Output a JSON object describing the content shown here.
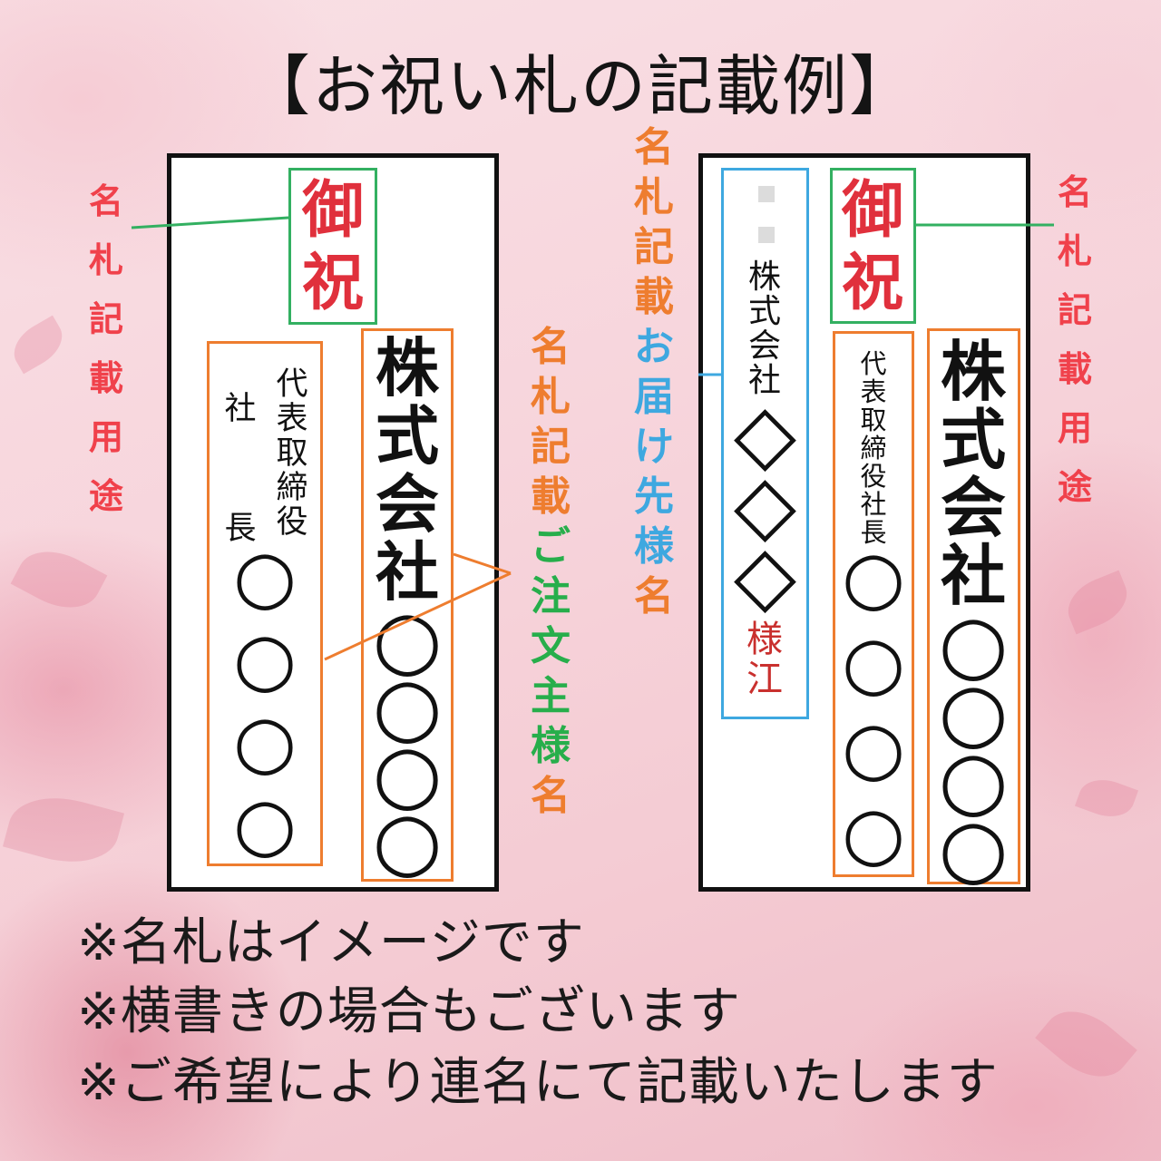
{
  "title": "【お祝い札の記載例】",
  "annotations": {
    "purpose_label": "名札記載用途",
    "orderer_label": {
      "prefix": "名札記載",
      "main": "ご注文主様",
      "suffix": "名"
    },
    "recipient_label": {
      "prefix": "名札記載",
      "main": "お届け先様",
      "suffix": "名"
    }
  },
  "left_tag": {
    "occasion": "御祝",
    "company": "株式会社",
    "company_name": "○○○○",
    "position": "代表取締役",
    "job_title": "社　長",
    "person_name": "○○○○"
  },
  "right_tag": {
    "recipient_company": "株式会社",
    "recipient_name": "◇◇◇",
    "recipient_honorific": "様江",
    "occasion": "御祝",
    "position": "代表取締役社長",
    "person_name": "○○○○",
    "company": "株式会社",
    "company_name": "○○○○"
  },
  "notes": [
    "※名札はイメージです",
    "※横書きの場合もございます",
    "※ご希望により連名にて記載いたします"
  ],
  "colors": {
    "occasion_red": "#e0303c",
    "label_red": "#f0414b",
    "orange": "#ee7d2f",
    "green_border": "#33b061",
    "green_text": "#27ae4b",
    "blue": "#3ea8e0",
    "honorific_red": "#c9302e",
    "card_border": "#111111"
  }
}
